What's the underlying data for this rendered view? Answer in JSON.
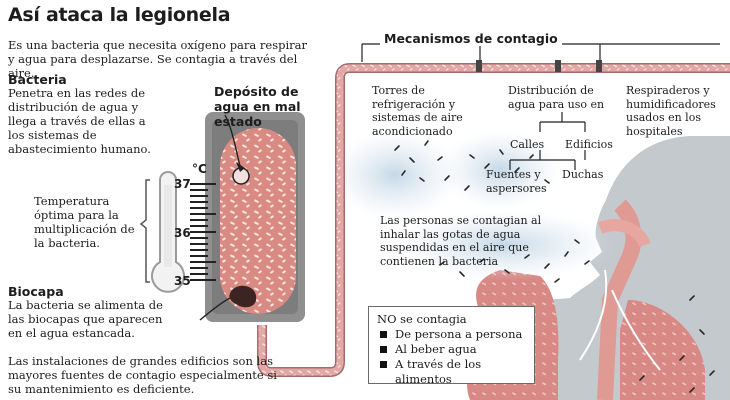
{
  "title": "Así ataca la legionela",
  "intro": "Es una bacteria que necesita oxígeno para respirar y agua para desplazarse. Se contagia a través del aire.",
  "bacteria": {
    "heading": "Bacteria",
    "text": "Penetra en las redes de distribución de agua y llega a través de ellas a los sistemas de abastecimiento humano."
  },
  "deposito": {
    "label": "Depósito de agua en mal estado"
  },
  "thermometer": {
    "unit": "°C",
    "ticks": [
      "37",
      "36",
      "35"
    ],
    "caption": "Temperatura óptima para la multiplicación de la bacteria."
  },
  "biocapa": {
    "heading": "Biocapa",
    "text": "La bacteria se alimenta de las biocapas que aparecen en el agua estancada."
  },
  "footer_text": "Las instalaciones de grandes edificios son las mayores fuentes de contagio especialmente si su mantenimiento es deficiente.",
  "mecanismos": {
    "heading": "Mecanismos de contagio",
    "torres": "Torres de refrigeración y sistemas de aire acondicionado",
    "distribucion": "Distribución de agua para uso en",
    "calles": "Calles",
    "edificios": "Edificios",
    "fuentes": "Fuentes y aspersores",
    "duchas": "Duchas",
    "respiraderos": "Respiraderos y humidificadores usados en los hospitales"
  },
  "contagio_text": "Las personas se contagian al inhalar las gotas de agua suspendidas en el aire que contienen la bacteria",
  "no_contagia": {
    "heading": "NO se contagia",
    "items": [
      "De persona a persona",
      "Al beber agua",
      "A través de los alimentos"
    ]
  },
  "colors": {
    "pipe": "#e2a8a6",
    "tank_water": "#d9827b",
    "tank_body": "#8f8f8f",
    "head": "#c3c8cd",
    "lungs": "#d88985",
    "mist": "#c9dbe8"
  }
}
